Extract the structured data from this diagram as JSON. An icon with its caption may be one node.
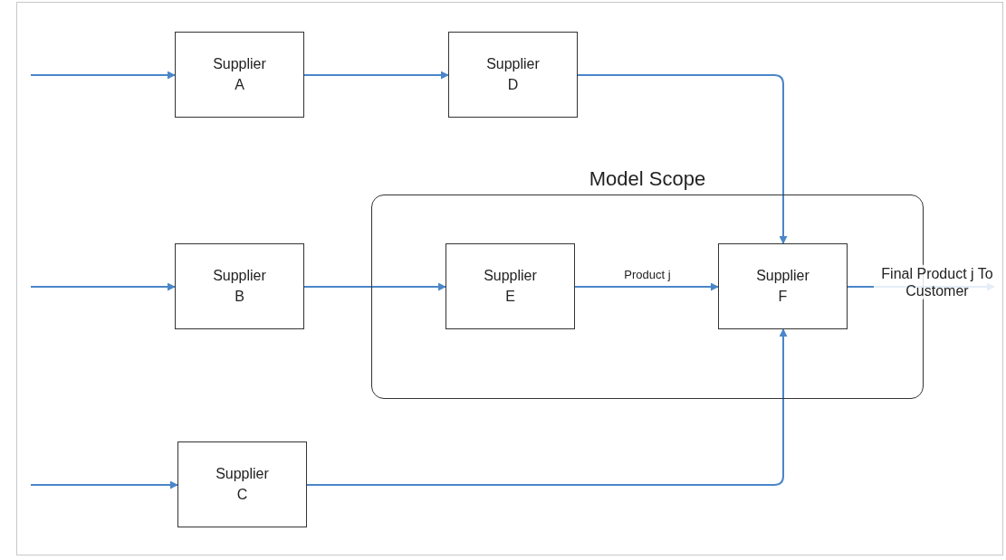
{
  "diagram": {
    "nodes": [
      {
        "text": [
          "Supplier A"
        ]
      },
      {
        "text": [
          "Supplier D"
        ]
      },
      {
        "text": [
          "Model Scope"
        ]
      },
      {
        "text": [
          "Supplier B"
        ]
      },
      {
        "text": [
          "Supplier E"
        ],
        "in": 2
      },
      {
        "text": [
          "Supplier F"
        ],
        "in": 2
      },
      {
        "text": [
          "Supplier C"
        ]
      }
    ],
    "edges": [
      {
        "from": null,
        "to": 0,
        "arrow": "to"
      },
      {
        "from": 0,
        "to": 1,
        "arrow": "to"
      },
      {
        "from": 1,
        "to": 5,
        "arrow": "to"
      },
      {
        "from": null,
        "to": 3,
        "arrow": "to"
      },
      {
        "from": 3,
        "to": 4,
        "arrow": "to"
      },
      {
        "from": 4,
        "to": 5,
        "arrow": "to",
        "label": "Product j"
      },
      {
        "from": null,
        "to": 6,
        "arrow": "to"
      },
      {
        "from": 6,
        "to": 5,
        "arrow": "to"
      },
      {
        "from": 5,
        "to": null,
        "arrow": "to",
        "label": "Final Product j To Customer"
      }
    ]
  }
}
